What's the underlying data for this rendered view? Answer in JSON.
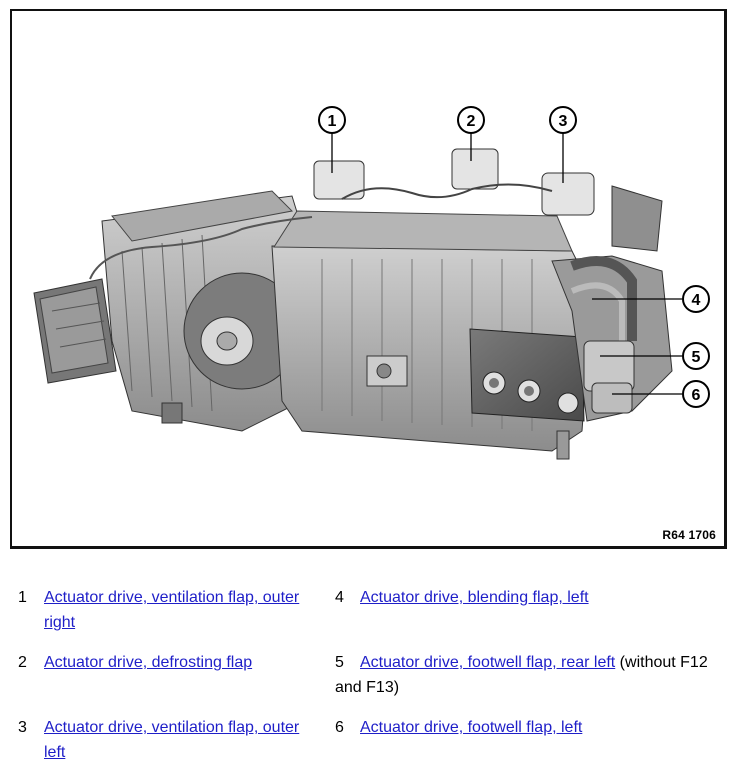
{
  "figure": {
    "reference": "R64 1706",
    "callouts": [
      "1",
      "2",
      "3",
      "4",
      "5",
      "6"
    ]
  },
  "legend": [
    {
      "number": "1",
      "link_text": "Actuator drive, ventilation flap, outer right",
      "note": ""
    },
    {
      "number": "2",
      "link_text": "Actuator drive, defrosting flap",
      "note": ""
    },
    {
      "number": "3",
      "link_text": "Actuator drive, ventilation flap, outer left",
      "note": ""
    },
    {
      "number": "4",
      "link_text": "Actuator drive, blending flap, left",
      "note": ""
    },
    {
      "number": "5",
      "link_text": "Actuator drive, footwell flap, rear left",
      "note": " (without F12 and F13)"
    },
    {
      "number": "6",
      "link_text": "Actuator drive, footwell flap, left",
      "note": ""
    }
  ],
  "colors": {
    "link": "#1f1fc8",
    "frame": "#111111"
  }
}
